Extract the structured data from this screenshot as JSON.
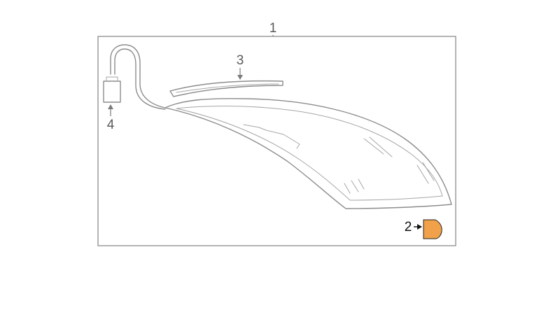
{
  "diagram": {
    "callouts": {
      "assembly": "1",
      "highlighted_part": "2",
      "top_strip": "3",
      "connector": "4"
    },
    "highlight_color": "#f0a14a",
    "line_color": "#8c8c8c"
  }
}
